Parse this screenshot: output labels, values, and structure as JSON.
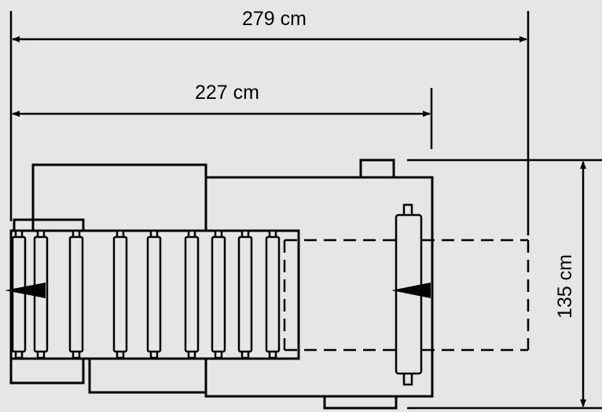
{
  "drawing": {
    "background": "#e6e6e6",
    "line_color": "#000000"
  },
  "dimensions": {
    "overall_length": "279 cm",
    "module_length": "227 cm",
    "width": "135 cm"
  }
}
